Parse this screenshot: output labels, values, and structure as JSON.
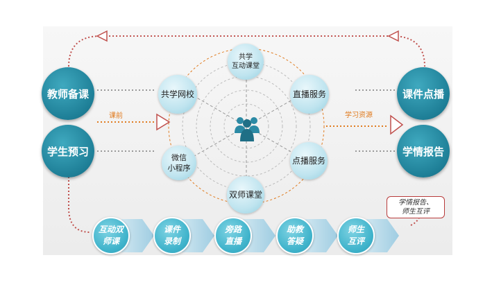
{
  "colors": {
    "accent_dark": "#1e7f97",
    "accent_light": "#bfe4ef",
    "step_color": "#3fb3cb",
    "flow_dotted": "#c0504d",
    "orange_dotted": "#e07b1f",
    "arrow_band": "#aad4e6"
  },
  "center": {
    "icon": "group-people-icon"
  },
  "inner_nodes": {
    "top": {
      "line1": "共学",
      "line2": "互动课堂"
    },
    "top_left": {
      "line1": "共学网校"
    },
    "top_right": {
      "line1": "直播服务"
    },
    "bottom_left": {
      "line1": "微信",
      "line2": "小程序"
    },
    "bottom_right": {
      "line1": "点播服务"
    },
    "bottom": {
      "line1": "双师课堂"
    }
  },
  "side_nodes": {
    "teacher_prep": "教师备课",
    "student_preview": "学生预习",
    "courseware_vod": "课件点播",
    "learning_report": "学情报告"
  },
  "flow_labels": {
    "before_class": "课前",
    "learning_resources": "学习资源"
  },
  "report_note": {
    "line1": "学情报告、",
    "line2": "师生互评"
  },
  "steps": [
    {
      "line1": "互动双",
      "line2": "师课"
    },
    {
      "line1": "课件",
      "line2": "录制"
    },
    {
      "line1": "旁路",
      "line2": "直播"
    },
    {
      "line1": "助教",
      "line2": "答疑"
    },
    {
      "line1": "师生",
      "line2": "互评"
    }
  ]
}
